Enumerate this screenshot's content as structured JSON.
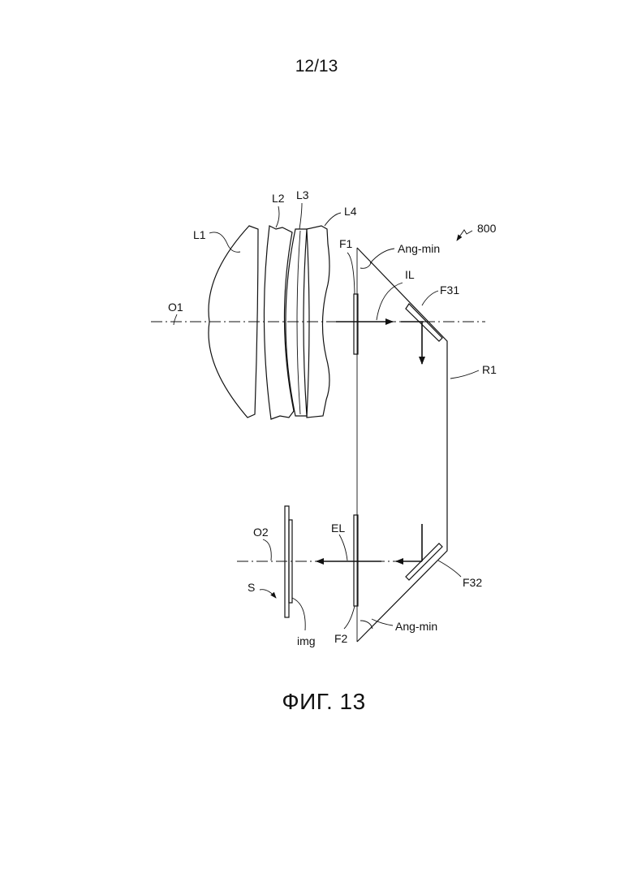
{
  "page_number": "12/13",
  "caption": "ФИГ. 13",
  "labels": {
    "ref": "800",
    "L1": "L1",
    "L2": "L2",
    "L3": "L3",
    "L4": "L4",
    "O1": "O1",
    "O2": "O2",
    "F1": "F1",
    "F2": "F2",
    "F31": "F31",
    "F32": "F32",
    "IL": "IL",
    "EL": "EL",
    "R1": "R1",
    "S": "S",
    "img": "img",
    "ang_top": "Ang-min",
    "ang_bottom": "Ang-min"
  }
}
